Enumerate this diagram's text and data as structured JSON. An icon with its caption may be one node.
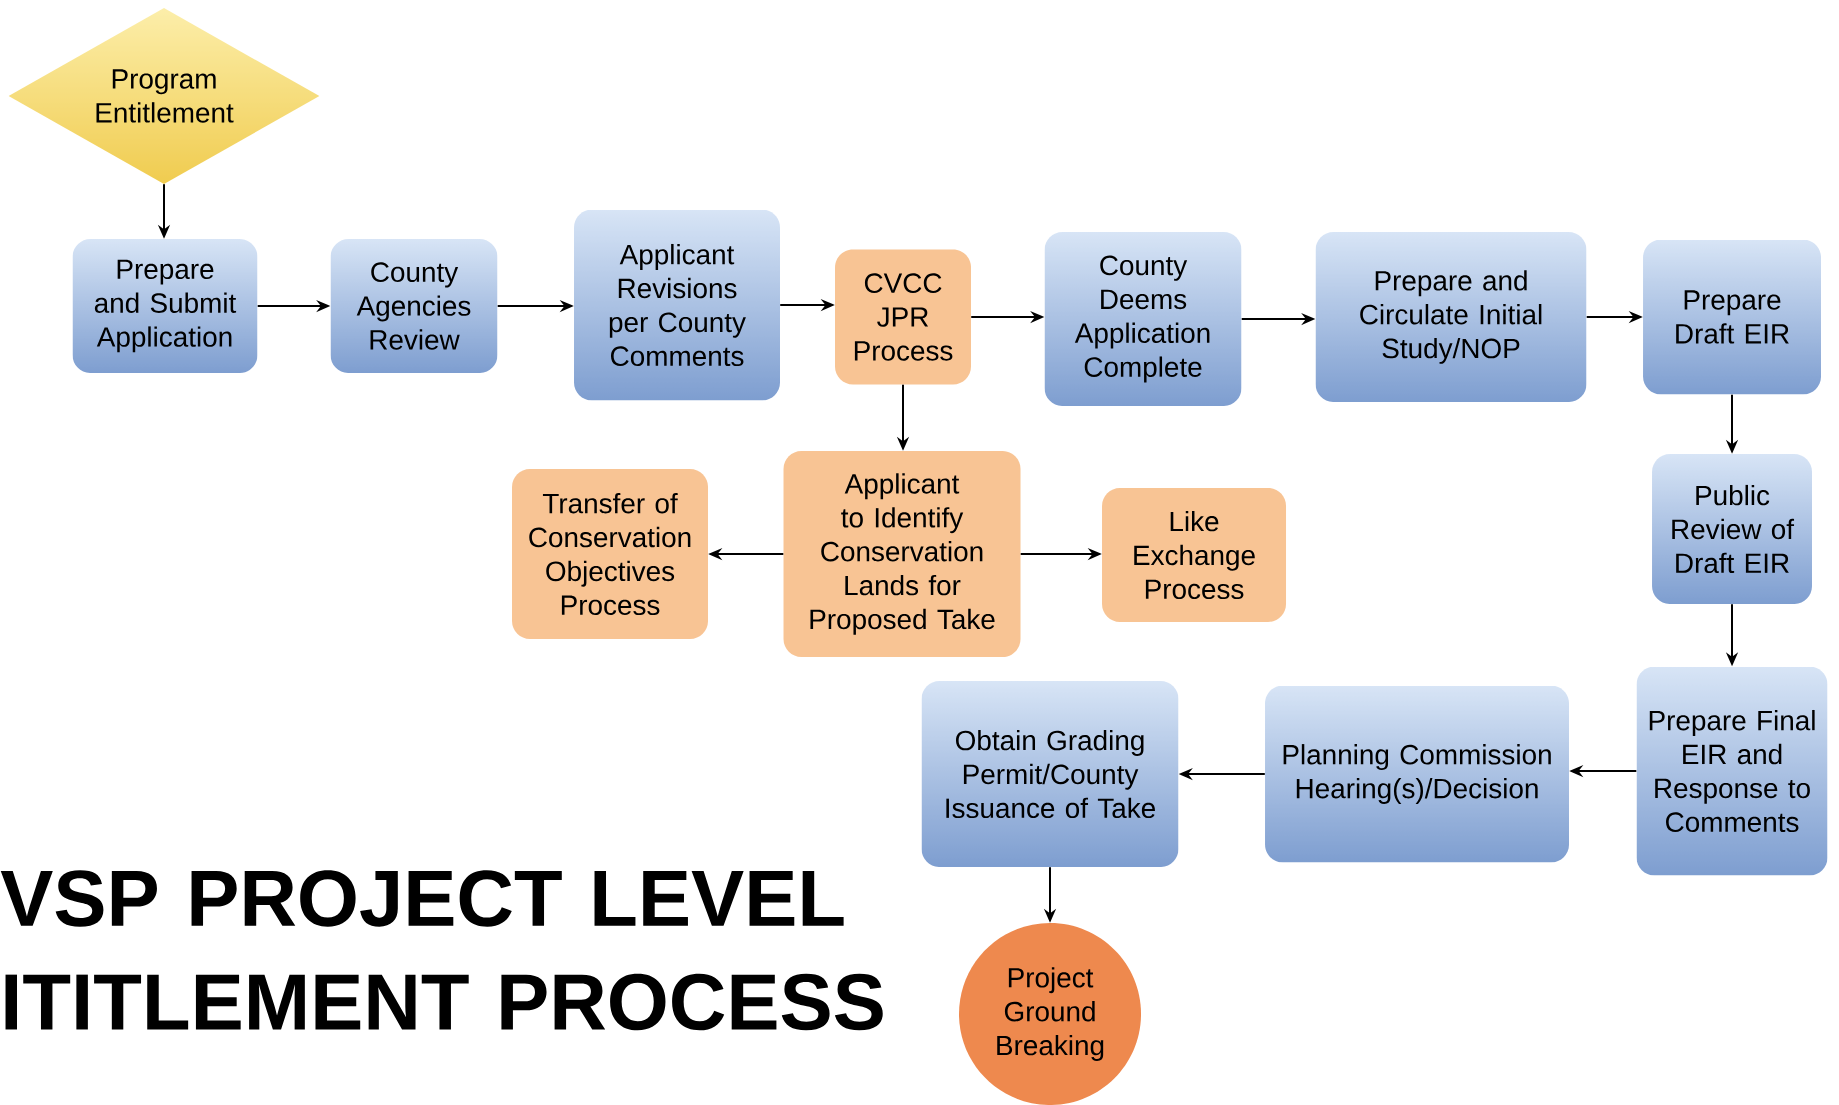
{
  "diagram": {
    "title": "VSP PROJECT LEVEL ITITLEMENT PROCESS",
    "nodes": [
      {
        "text": [
          "Program Entitlement"
        ]
      },
      {
        "text": [
          "Prepare and Submit Application"
        ]
      },
      {
        "text": [
          "County Agencies Review"
        ]
      },
      {
        "text": [
          "Applicant Revisions per County Comments"
        ]
      },
      {
        "text": [
          "CVCC JPR Process"
        ]
      },
      {
        "text": [
          "County Deems Application Complete"
        ]
      },
      {
        "text": [
          "Prepare and Circulate Initial Study/NOP"
        ]
      },
      {
        "text": [
          "Prepare Draft EIR"
        ]
      },
      {
        "text": [
          "Transfer of Conservation Objectives Process"
        ]
      },
      {
        "text": [
          "Applicant to Identify Conservation Lands for Proposed Take"
        ]
      },
      {
        "text": [
          "Like Exchange Process"
        ]
      },
      {
        "text": [
          "Public Review of Draft EIR"
        ]
      },
      {
        "text": [
          "Prepare Final EIR and Response to Comments"
        ]
      },
      {
        "text": [
          "Planning Commission Hearing(s)/Decision"
        ]
      },
      {
        "text": [
          "Obtain Grading Permit/County Issuance of Take"
        ]
      },
      {
        "text": [
          "Project Ground Breaking"
        ]
      }
    ],
    "edges": [
      {
        "from": 0,
        "to": 1,
        "arrow": "to"
      },
      {
        "from": 1,
        "to": 2,
        "arrow": "to"
      },
      {
        "from": 2,
        "to": 3,
        "arrow": "to"
      },
      {
        "from": 3,
        "to": 4,
        "arrow": "to"
      },
      {
        "from": 4,
        "to": 5,
        "arrow": "to"
      },
      {
        "from": 5,
        "to": 6,
        "arrow": "to"
      },
      {
        "from": 6,
        "to": 7,
        "arrow": "to"
      },
      {
        "from": 4,
        "to": 9,
        "arrow": "to"
      },
      {
        "from": 9,
        "to": 8,
        "arrow": "to"
      },
      {
        "from": 9,
        "to": 10,
        "arrow": "to"
      },
      {
        "from": 7,
        "to": 11,
        "arrow": "to"
      },
      {
        "from": 11,
        "to": 12,
        "arrow": "to"
      },
      {
        "from": 12,
        "to": 13,
        "arrow": "to"
      },
      {
        "from": 13,
        "to": 14,
        "arrow": "to"
      },
      {
        "from": 14,
        "to": 15,
        "arrow": "to"
      }
    ]
  }
}
